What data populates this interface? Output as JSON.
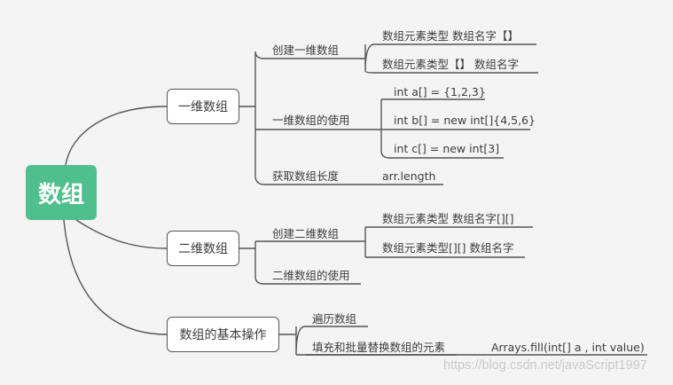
{
  "root": {
    "label": "数组"
  },
  "branches": [
    {
      "label": "一维数组",
      "children": [
        {
          "label": "创建一维数组",
          "leaves": [
            "数组元素类型   数组名字【】",
            "数组元素类型【】   数组名字"
          ]
        },
        {
          "label": "一维数组的使用",
          "leaves": [
            "int a[] = {1,2,3}",
            "int b[] = new int[]{4,5,6}",
            "int c[] = new int[3]"
          ]
        },
        {
          "label": "获取数组长度",
          "leaves": [
            "arr.length"
          ]
        }
      ]
    },
    {
      "label": "二维数组",
      "children": [
        {
          "label": "创建二维数组",
          "leaves": [
            "数组元素类型   数组名字[][]",
            "数组元素类型[][] 数组名字"
          ]
        },
        {
          "label": "二维数组的使用",
          "leaves": []
        }
      ]
    },
    {
      "label": "数组的基本操作",
      "children": [
        {
          "label": "遍历数组",
          "leaves": []
        },
        {
          "label": "填充和批量替换数组的元素",
          "leaves": [
            "Arrays.fill(int[] a , int value)"
          ]
        }
      ]
    }
  ],
  "watermark": "https://blog.csdn.net/javaScript1997",
  "colors": {
    "root_fill": "#4fc08d",
    "line": "#555555",
    "background": "#f4f4f4"
  }
}
